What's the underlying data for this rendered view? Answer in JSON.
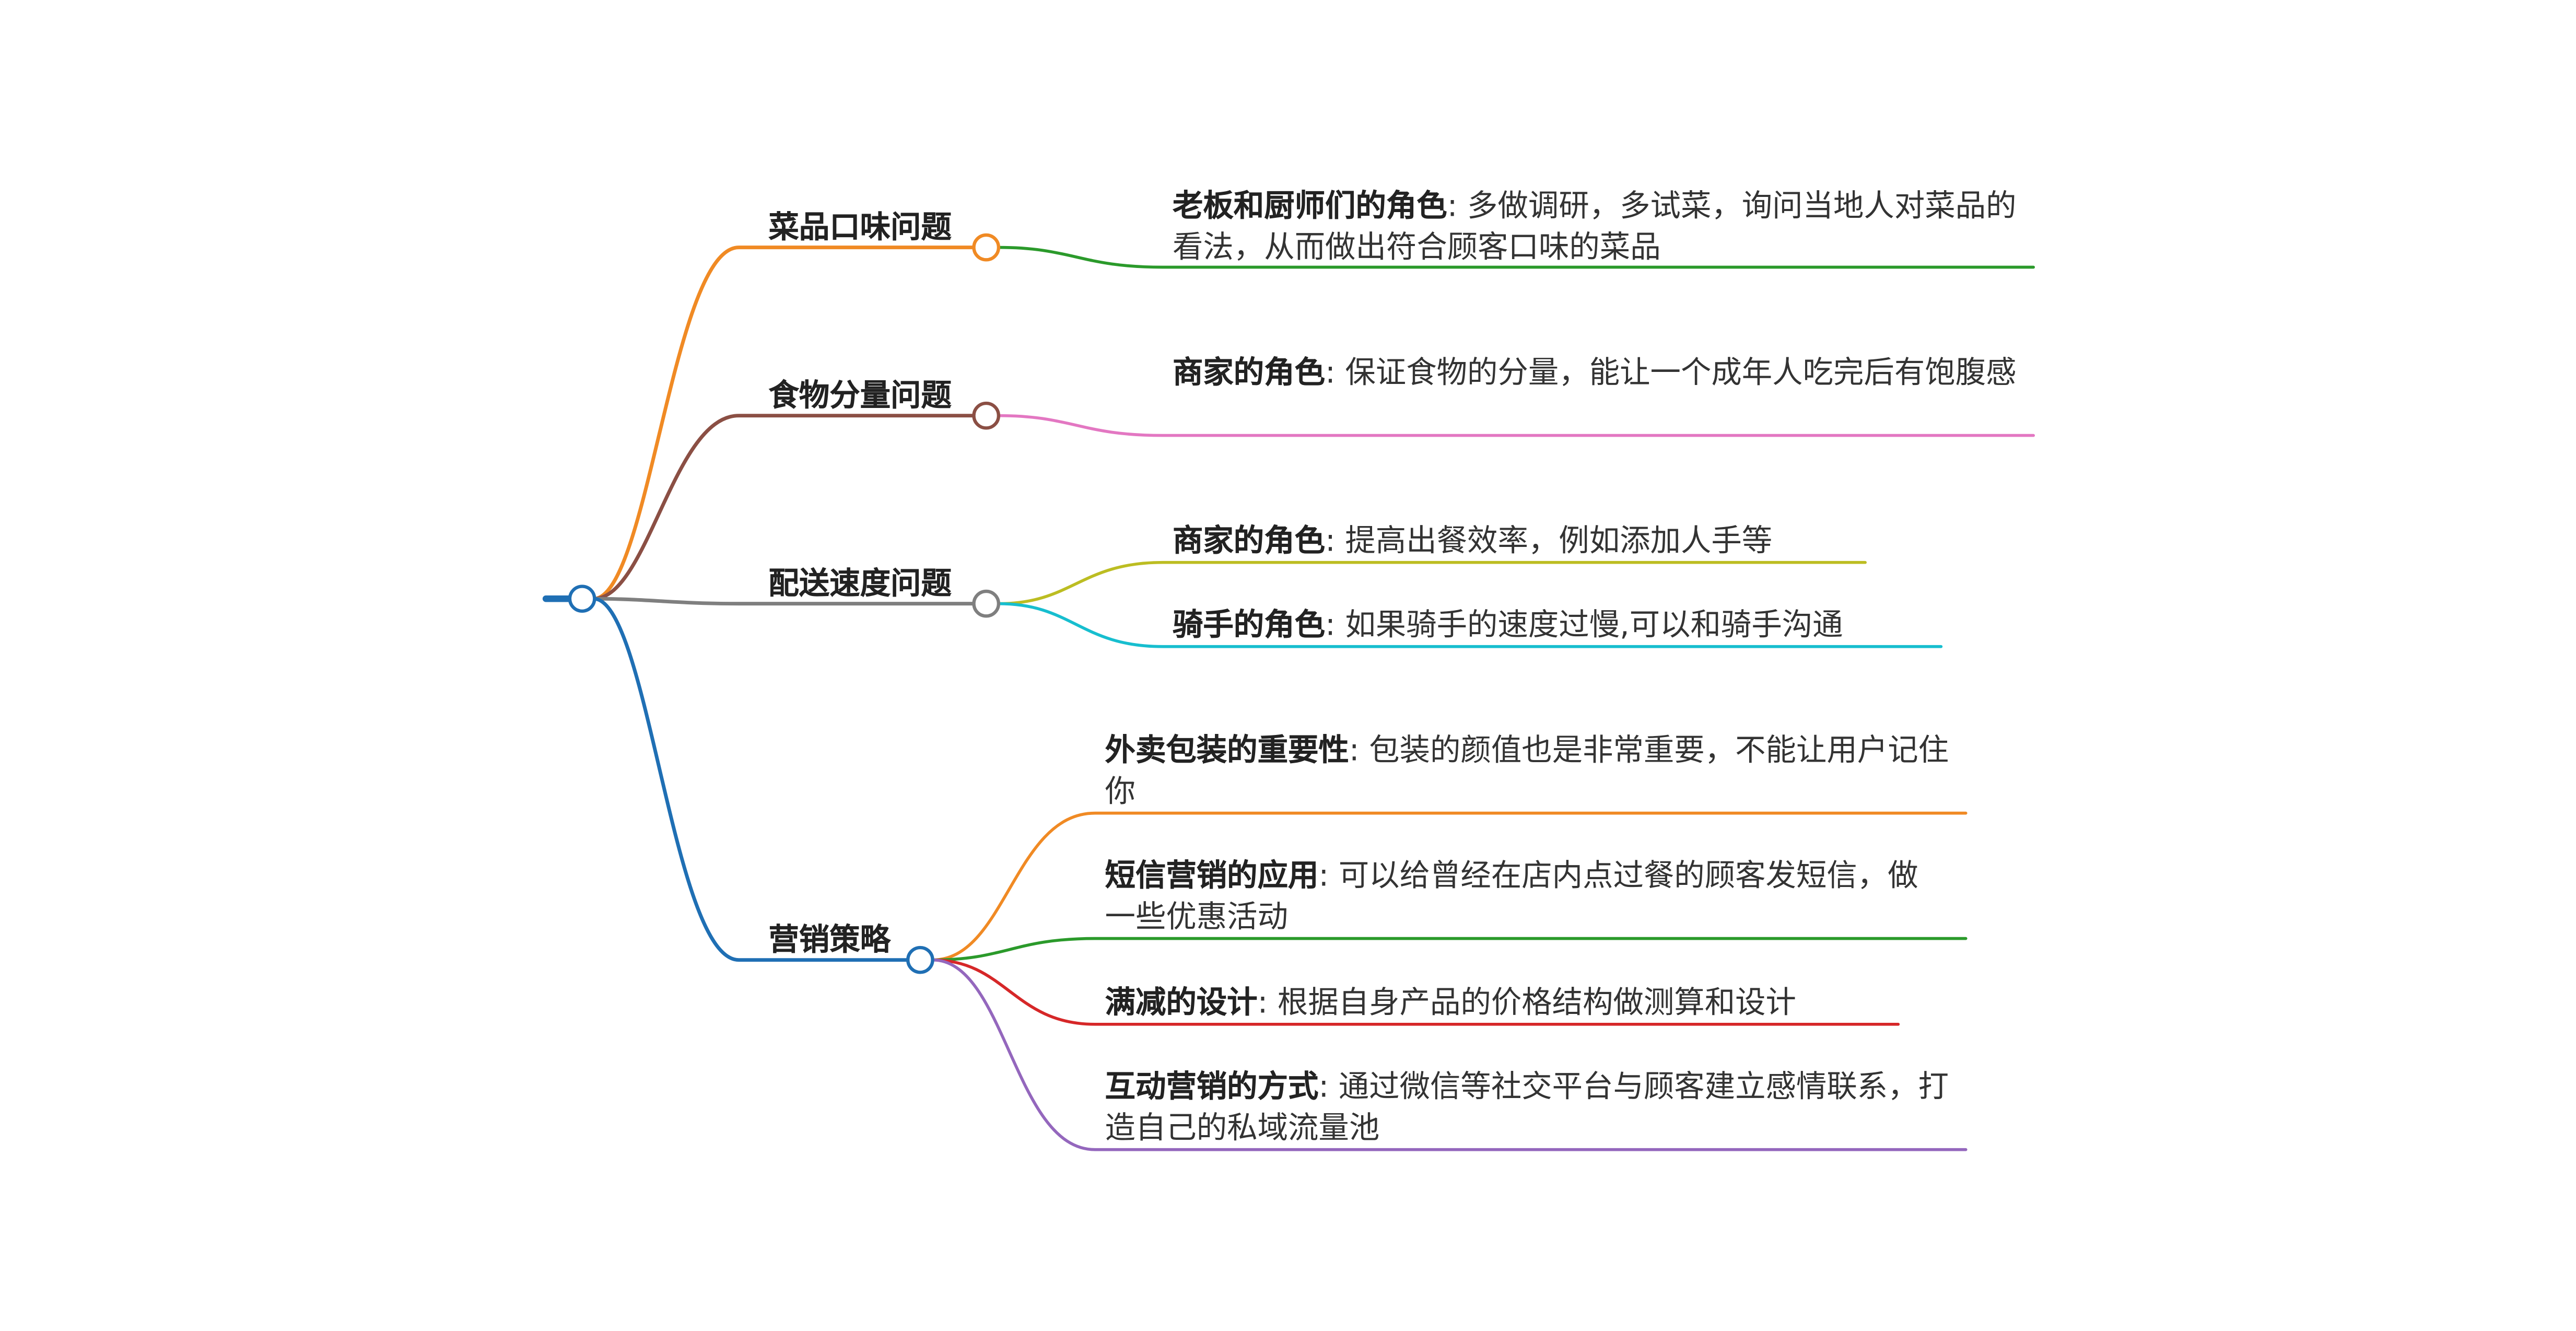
{
  "branches": [
    {
      "label": "菜品口味问题",
      "color": "#f08a24",
      "leaves": [
        {
          "key": "老板和厨师们的角色",
          "sep": ":",
          "value": "多做调研，多试菜，询问当地人对菜品的看法，从而做出符合顾客口味的菜品",
          "color": "#2b9a2b"
        }
      ]
    },
    {
      "label": "食物分量问题",
      "color": "#8b4f44",
      "leaves": [
        {
          "key": "商家的角色",
          "sep": ":",
          "value": "保证食物的分量，能让一个成年人吃完后有饱腹感",
          "color": "#e377c2"
        }
      ]
    },
    {
      "label": "配送速度问题",
      "color": "#7f7f7f",
      "leaves": [
        {
          "key": "商家的角色",
          "sep": ":",
          "value": "提高出餐效率，例如添加人手等",
          "color": "#bcbd22"
        },
        {
          "key": "骑手的角色",
          "sep": ":",
          "value": "如果骑手的速度过慢,可以和骑手沟通",
          "color": "#17becf"
        }
      ]
    },
    {
      "label": "营销策略",
      "color": "#1f6fb4",
      "leaves": [
        {
          "key": "外卖包装的重要性",
          "sep": ":",
          "value": "包装的颜值也是非常重要，不能让用户记住你",
          "color": "#f08a24"
        },
        {
          "key": "短信营销的应用",
          "sep": ":",
          "value": "可以给曾经在店内点过餐的顾客发短信，做一些优惠活动",
          "color": "#2b9a2b"
        },
        {
          "key": "满减的设计",
          "sep": ":",
          "value": "根据自身产品的价格结构做测算和设计",
          "color": "#d62728"
        },
        {
          "key": "互动营销的方式",
          "sep": ":",
          "value": "通过微信等社交平台与顾客建立感情联系，打造自己的私域流量池",
          "color": "#9467bd"
        }
      ]
    }
  ],
  "root_color": "#1f6fb4"
}
